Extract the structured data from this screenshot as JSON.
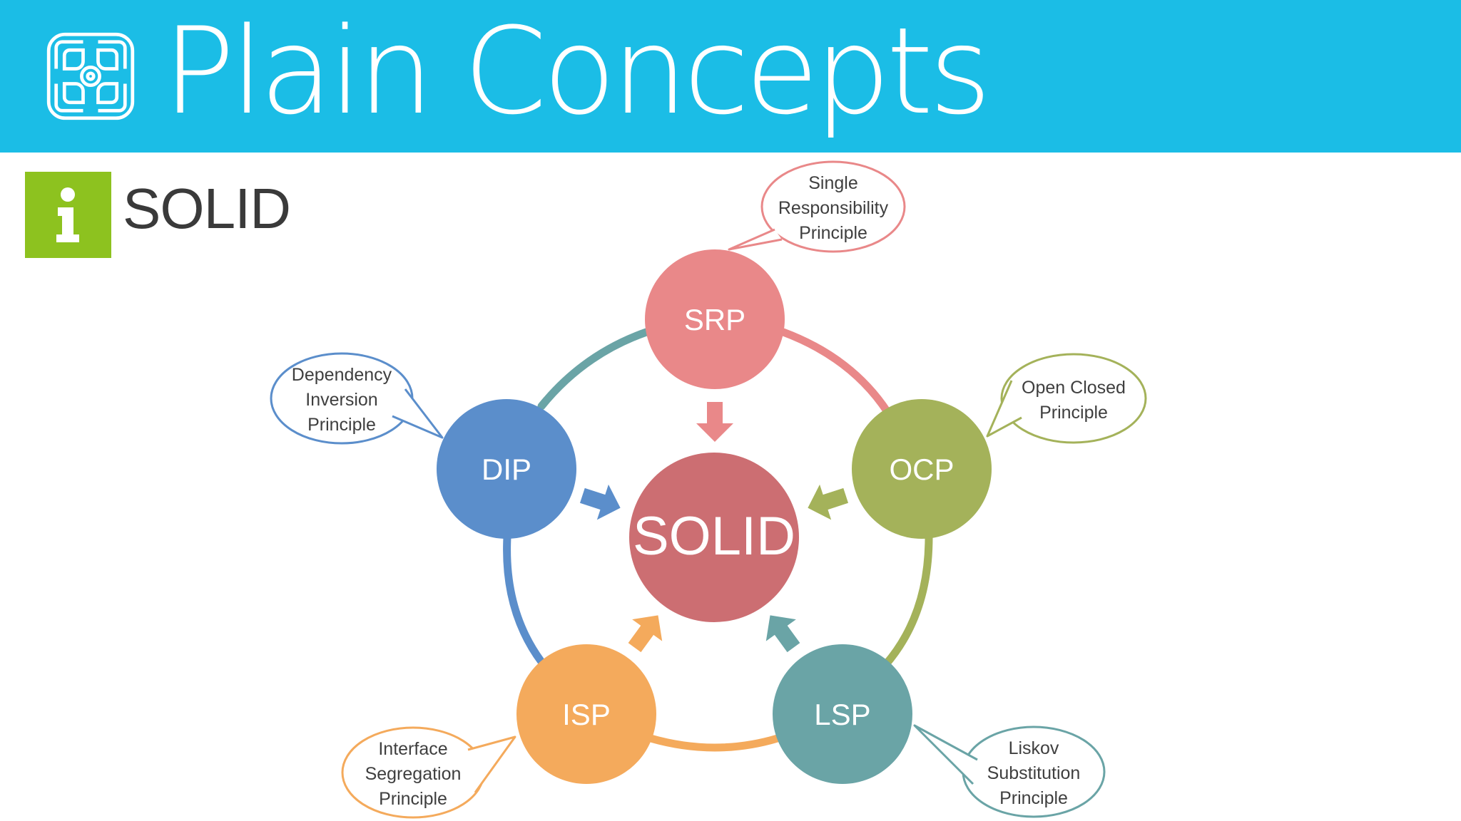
{
  "brand": {
    "name": "Plain Concepts",
    "logo_icon": "plain-concepts-logo-icon"
  },
  "slide": {
    "title": "SOLID",
    "info_icon": "info-icon"
  },
  "diagram": {
    "center": {
      "label": "SOLID",
      "color": "#cc6e72"
    },
    "nodes": [
      {
        "key": "srp",
        "label": "SRP",
        "color": "#e98889",
        "description": [
          "Single",
          "Responsibility",
          "Principle"
        ]
      },
      {
        "key": "ocp",
        "label": "OCP",
        "color": "#a4b25a",
        "description": [
          "Open Closed",
          "Principle"
        ]
      },
      {
        "key": "lsp",
        "label": "LSP",
        "color": "#6aa4a6",
        "description": [
          "Liskov",
          "Substitution",
          "Principle"
        ]
      },
      {
        "key": "isp",
        "label": "ISP",
        "color": "#f4aa5c",
        "description": [
          "Interface",
          "Segregation",
          "Principle"
        ]
      },
      {
        "key": "dip",
        "label": "DIP",
        "color": "#5b8ecb",
        "description": [
          "Dependency",
          "Inversion",
          "Principle"
        ]
      }
    ]
  },
  "colors": {
    "header": "#1bbde6",
    "info_tile": "#8dc21f"
  }
}
